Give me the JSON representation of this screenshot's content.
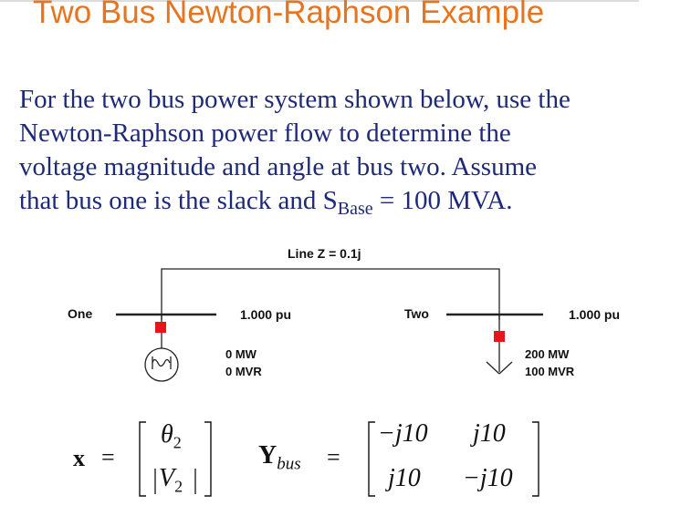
{
  "title": "Two Bus Newton-Raphson Example",
  "paragraph": {
    "line1": "For the two bus power system shown below, use the",
    "line2": "Newton-Raphson power flow to determine the",
    "line3": "voltage magnitude and angle at bus two.  Assume",
    "line4_pre": "that bus one is the slack and S",
    "line4_sub": "Base",
    "line4_post": " = 100 MVA."
  },
  "diagram": {
    "line_label": "Line Z = 0.1j",
    "bus1": {
      "name": "One",
      "voltage": "1.000 pu",
      "gen_mw": "0 MW",
      "gen_mvr": "0 MVR"
    },
    "bus2": {
      "name": "Two",
      "voltage": "1.000 pu",
      "load_mw": "200 MW",
      "load_mvr": "100 MVR"
    },
    "colors": {
      "breaker": "#e8141c",
      "line": "#222222"
    }
  },
  "equations": {
    "x_symbol": "x",
    "equals": "=",
    "x_vector": [
      "θ",
      "2",
      "V",
      "2"
    ],
    "ybus_symbol": "Y",
    "ybus_sub": "bus",
    "ybus_matrix": [
      "−j10",
      "j10",
      "j10",
      "−j10"
    ]
  }
}
